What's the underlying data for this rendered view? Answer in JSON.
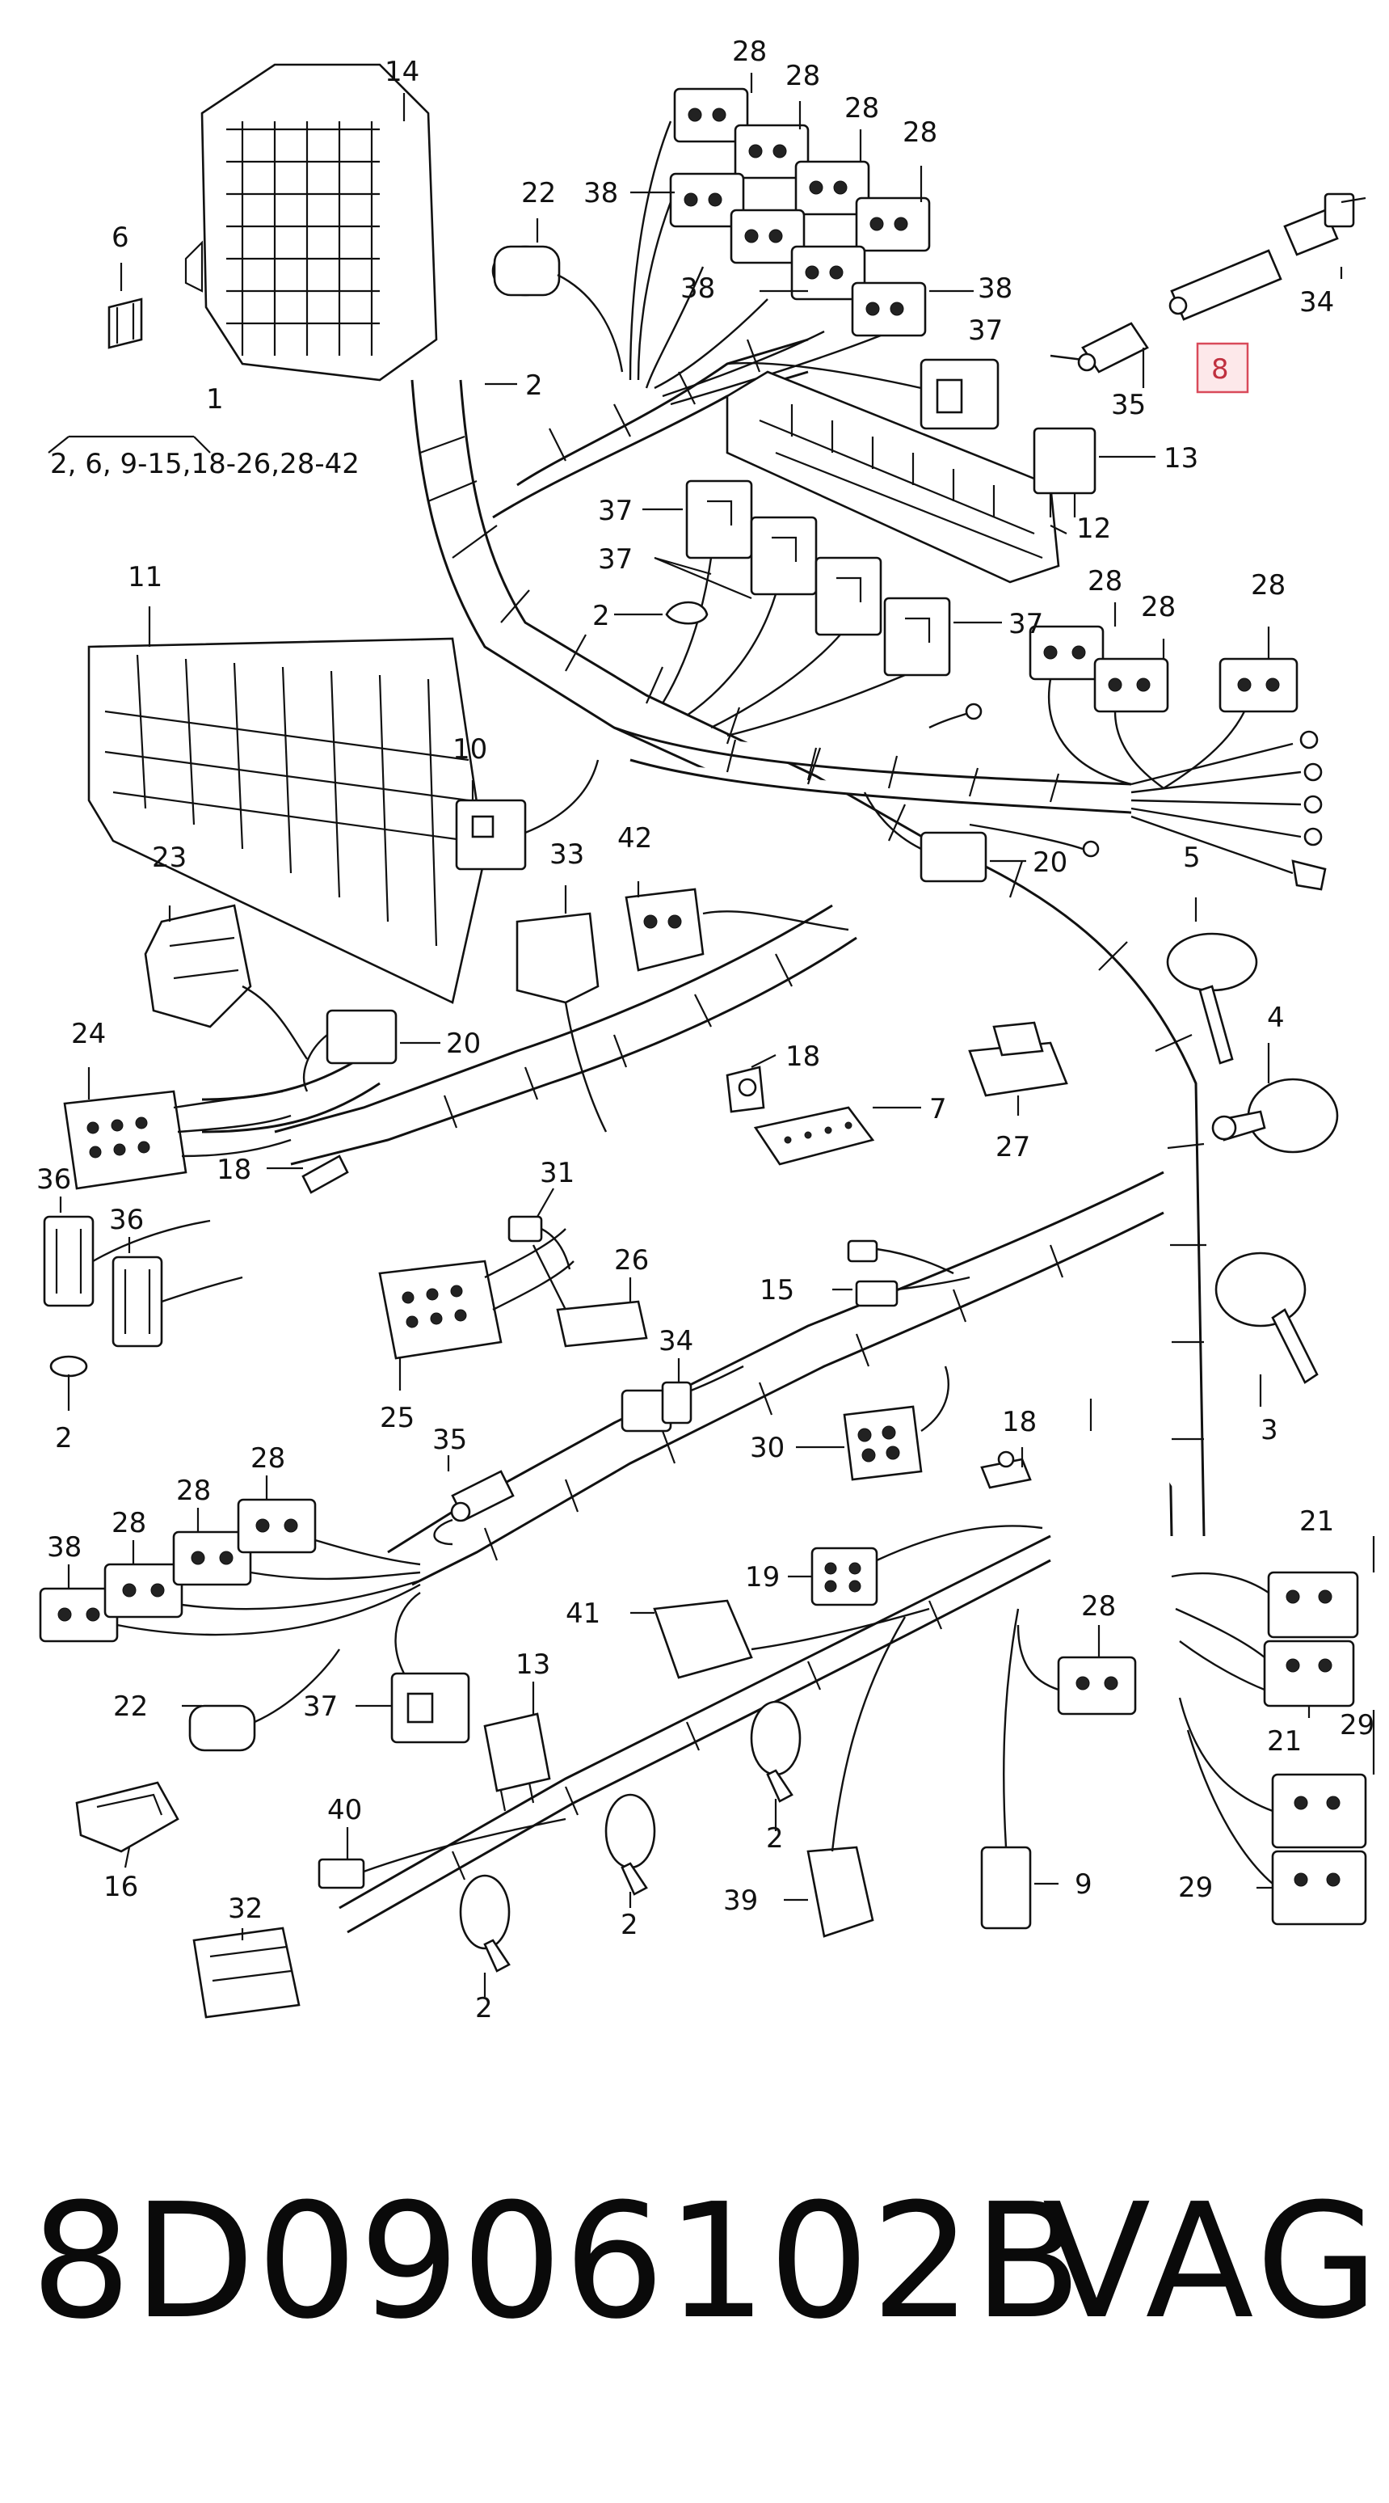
{
  "diagram": {
    "group_label": {
      "number": "1",
      "range": "2, 6, 9-15,18-26,28-42"
    },
    "highlighted_callout": "8",
    "callouts": {
      "c14": "14",
      "c22a": "22",
      "c38a": "38",
      "c28a": "28",
      "c28b": "28",
      "c28c": "28",
      "c28d": "28",
      "c38b": "38",
      "c38c": "38",
      "c6": "6",
      "c2a": "2",
      "c37a": "37",
      "c35a": "35",
      "c34a": "34",
      "c13a": "13",
      "c12": "12",
      "c37b": "37",
      "c37c": "37",
      "c2b": "2",
      "c37d": "37",
      "c28e": "28",
      "c28f": "28",
      "c28g": "28",
      "c11": "11",
      "c10": "10",
      "c20a": "20",
      "c5": "5",
      "c23": "23",
      "c33": "33",
      "c42": "42",
      "c24": "24",
      "c20b": "20",
      "c4": "4",
      "c18a": "18",
      "c7": "7",
      "c27": "27",
      "c18b": "18",
      "c31": "31",
      "c36a": "36",
      "c36b": "36",
      "c26": "26",
      "c15": "15",
      "c34b": "34",
      "c3": "3",
      "c2c": "2",
      "c25": "25",
      "c18c": "18",
      "c35b": "35",
      "c30": "30",
      "c28h": "28",
      "c28i": "28",
      "c38d": "38",
      "c28j": "28",
      "c21a": "21",
      "c19": "19",
      "c41": "41",
      "c28k": "28",
      "c22b": "22",
      "c13b": "13",
      "c37e": "37",
      "c21b": "21",
      "c29a": "29",
      "c16": "16",
      "c40": "40",
      "c2d": "2",
      "c9": "9",
      "c29b": "29",
      "c32": "32",
      "c2e": "2",
      "c39": "39",
      "c2f": "2"
    }
  },
  "footer": {
    "part_number": "8D0906102B",
    "brand": "VAG"
  }
}
